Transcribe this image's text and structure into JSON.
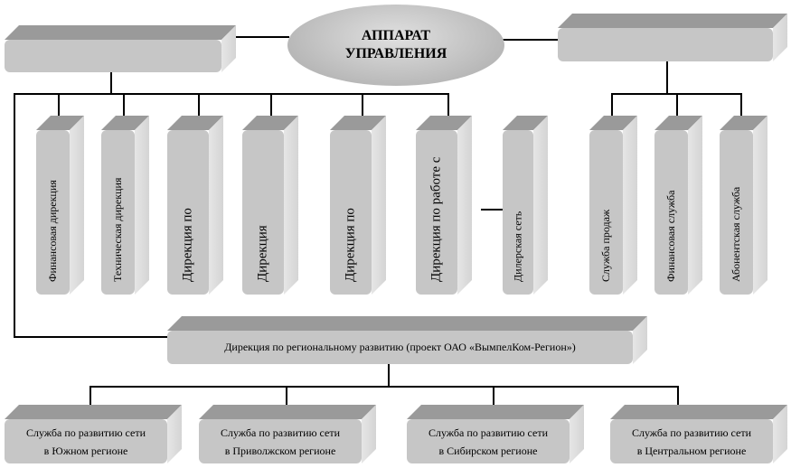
{
  "header": {
    "title_line1": "АППАРАТ",
    "title_line2": "УПРАВЛЕНИЯ"
  },
  "left_directions": [
    "Финансовая дирекция",
    "Техническая дирекция",
    "Дирекция по",
    "Дирекция",
    "Дирекция по",
    "Дирекция по работе с"
  ],
  "dealer": "Дилерская сеть",
  "right_services": [
    "Служба продаж",
    "Финансовая служба",
    "Абонентская служба"
  ],
  "regional": "Дирекция по региональному развитию (проект ОАО «ВымпелКом-Регион»)",
  "regions": [
    {
      "line1": "Служба  по развитию сети",
      "line2": "в Южном регионе"
    },
    {
      "line1": "Служба  по развитию сети",
      "line2": "в Приволжском регионе"
    },
    {
      "line1": "Служба  по развитию сети",
      "line2": "в Сибирском регионе"
    },
    {
      "line1": "Служба по развитию сети",
      "line2": "в Центральном регионе"
    }
  ]
}
